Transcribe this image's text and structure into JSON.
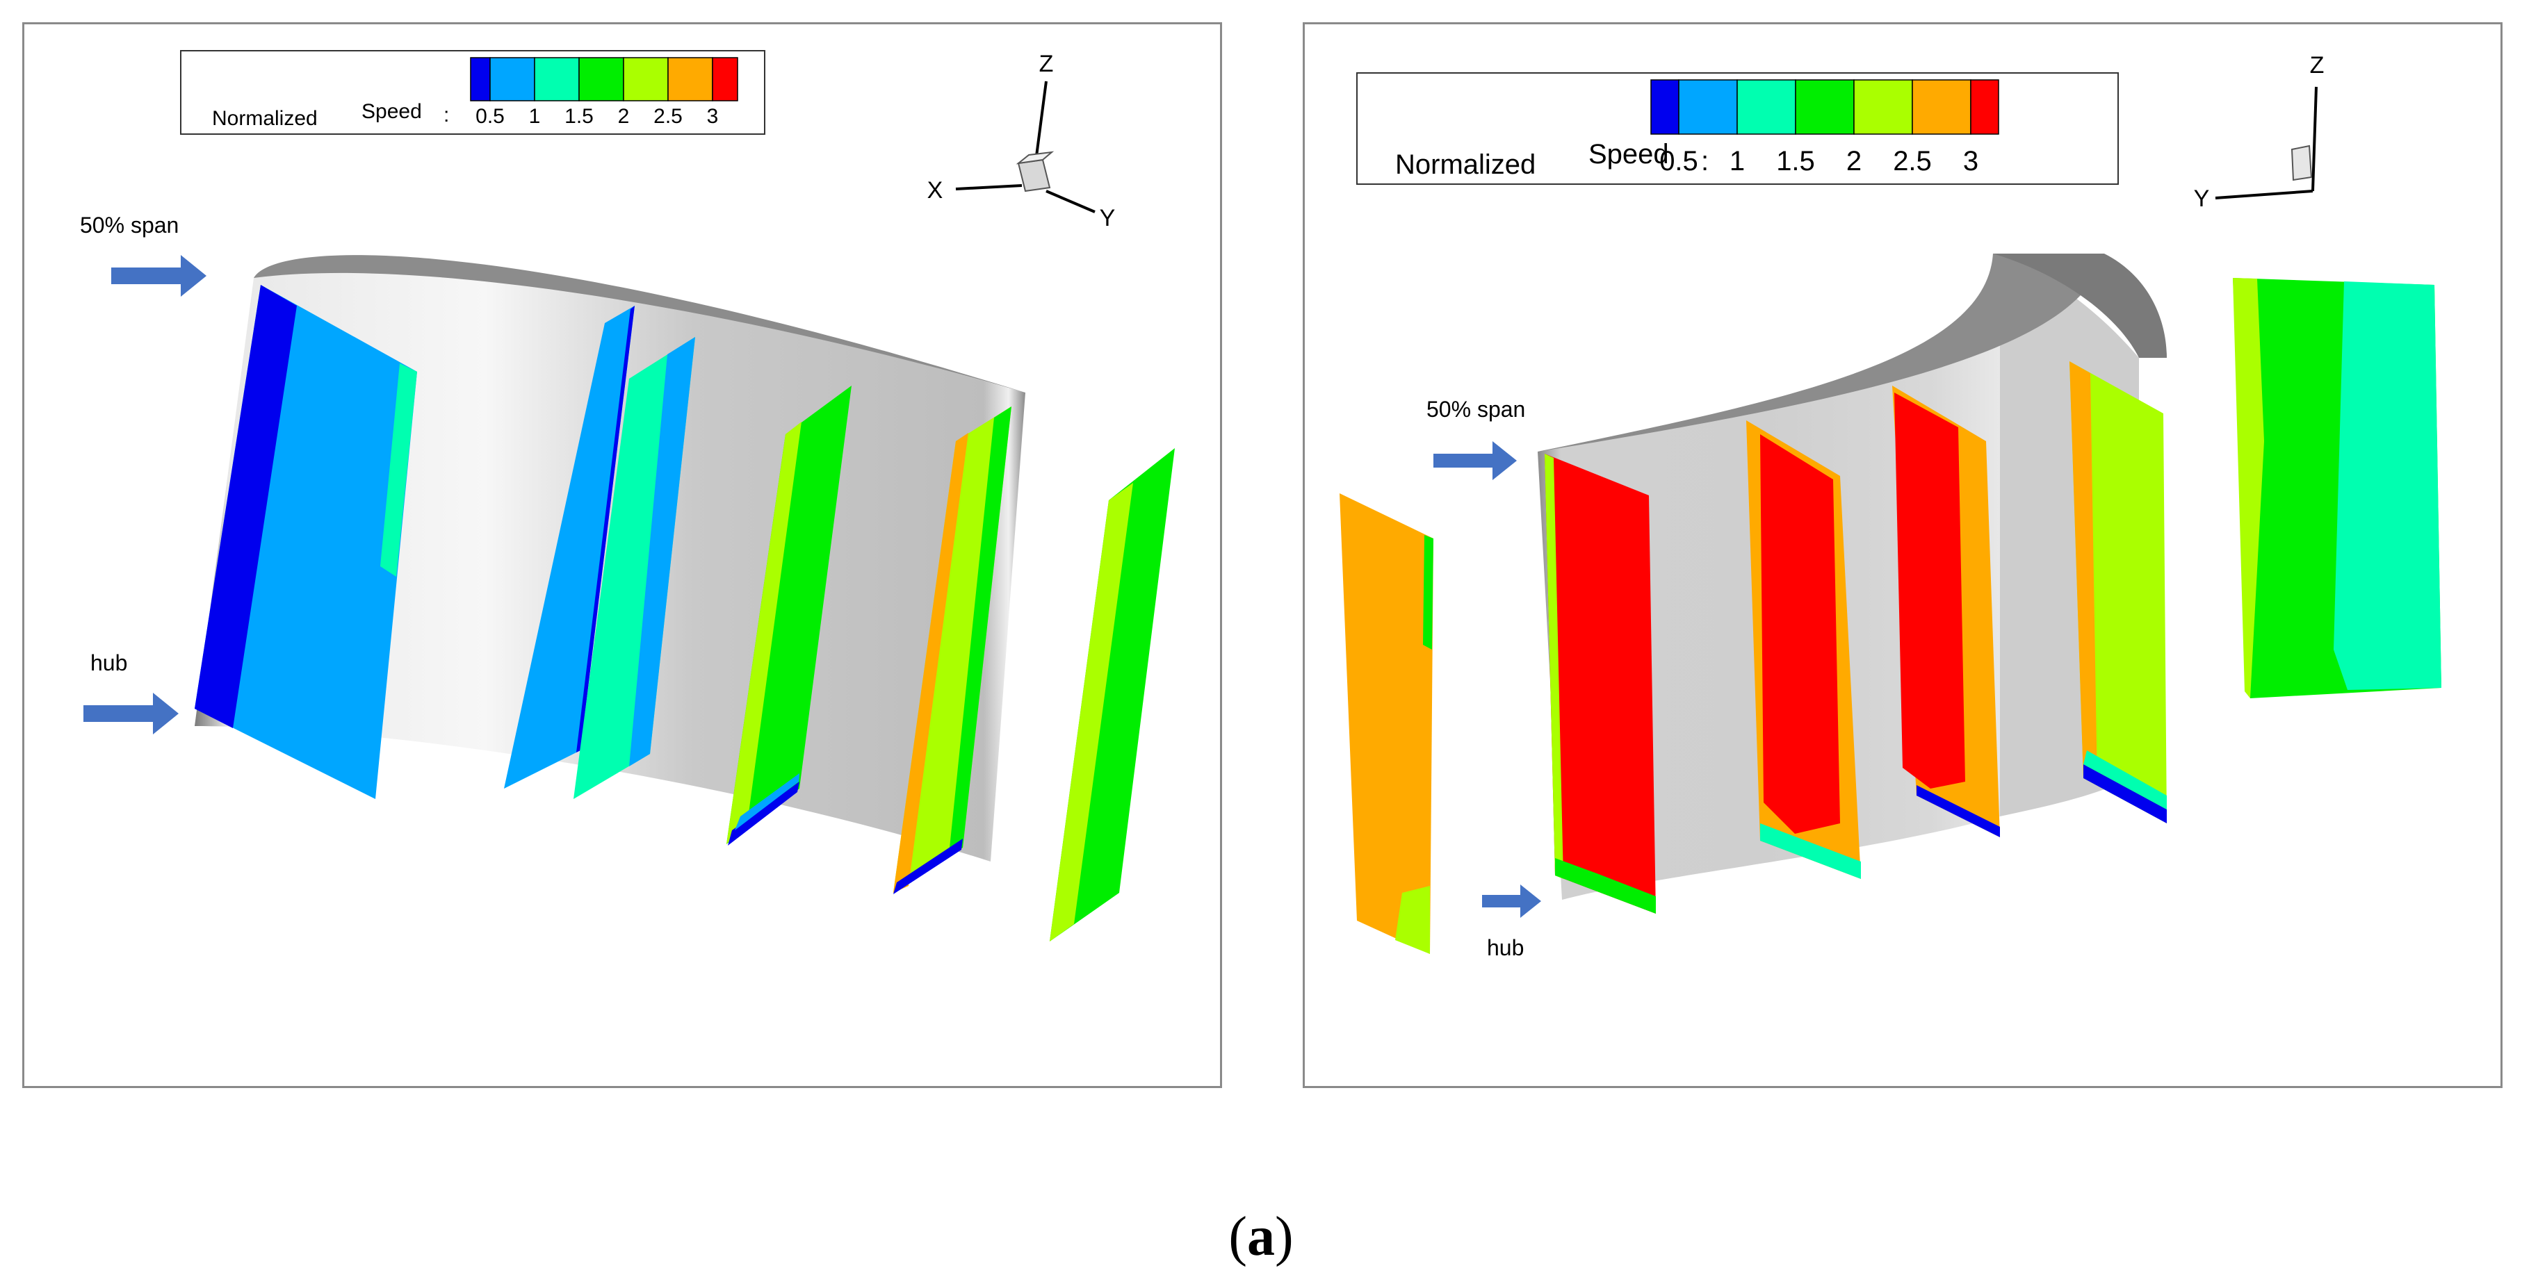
{
  "colors": {
    "levels": [
      "#0000ee",
      "#00a6ff",
      "#00ffb0",
      "#00ee00",
      "#aaff00",
      "#ffaa00",
      "#ff0000"
    ],
    "blade_light": "#f2f2f2",
    "blade_mid": "#c8c8c8",
    "blade_dark": "#9a9a9a",
    "arrow": "#4472c4"
  },
  "legend": {
    "title": "Normalized",
    "variable": "Speed",
    "colon": ":",
    "ticks": [
      "0.5",
      "1",
      "1.5",
      "2",
      "2.5",
      "3"
    ]
  },
  "left": {
    "axes": {
      "z": "Z",
      "x": "X",
      "y": "Y"
    },
    "labels": {
      "span": "50% span",
      "hub": "hub"
    }
  },
  "right": {
    "axes": {
      "z": "Z",
      "y": "Y"
    },
    "labels": {
      "span": "50% span",
      "hub": "hub"
    }
  },
  "caption": {
    "open": "(",
    "letter": "a",
    "close": ")"
  }
}
